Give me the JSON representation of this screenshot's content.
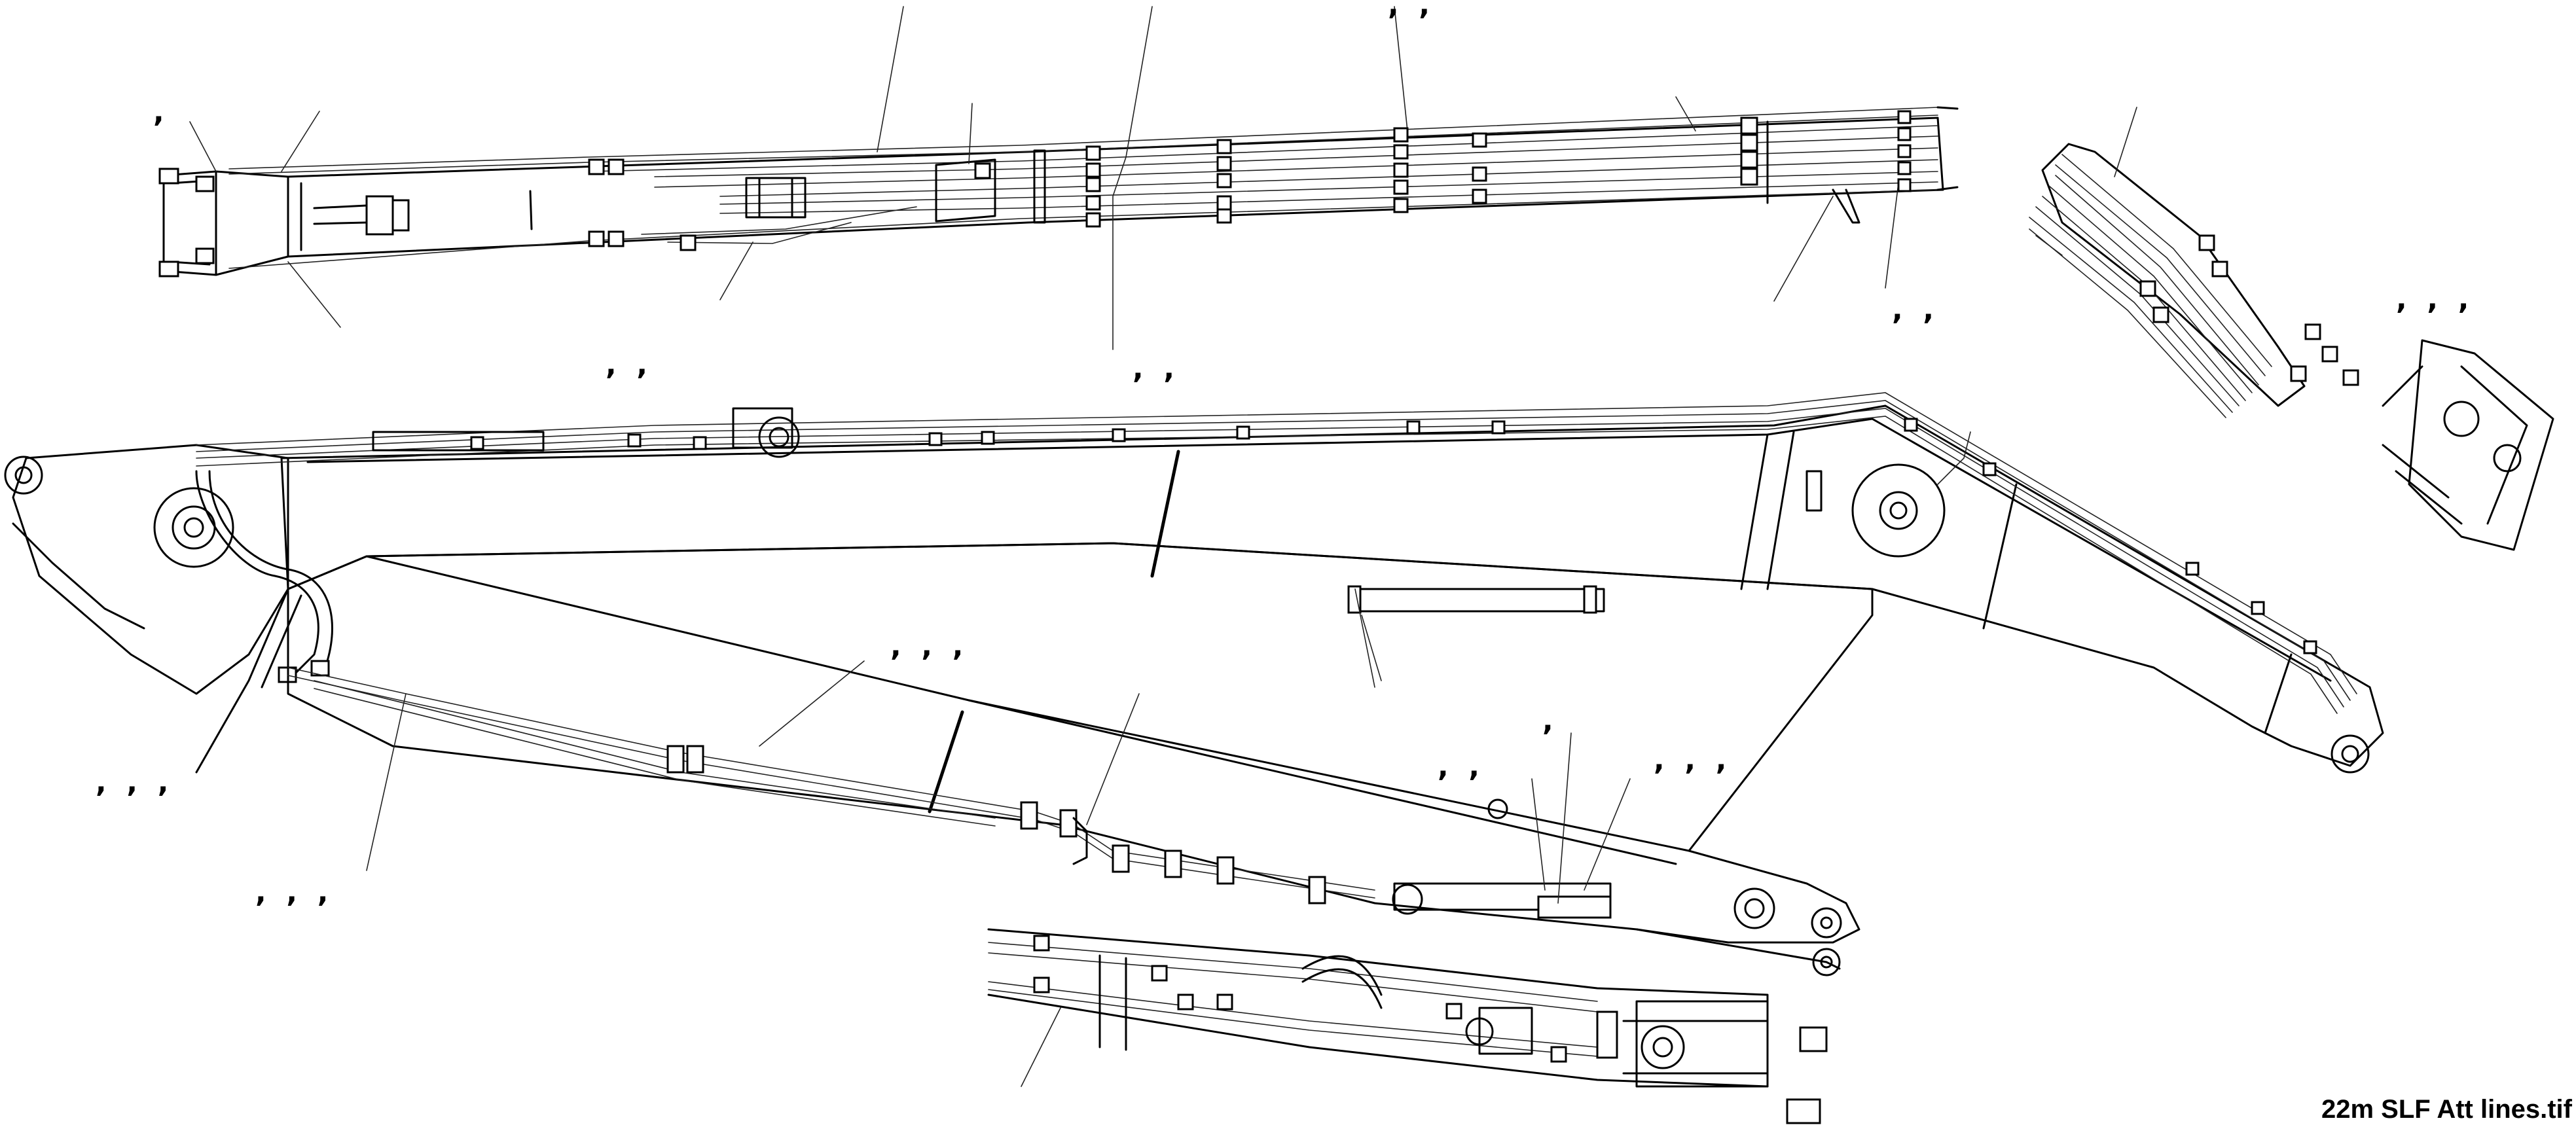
{
  "drawing": {
    "filename_label": "22m SLF Att lines.tif"
  },
  "callout_marks": [
    {
      "id": "c-top-left",
      "text": ","
    },
    {
      "id": "c-top-center",
      "text": ",  ,"
    },
    {
      "id": "c-top-right",
      "text": ",  ,"
    },
    {
      "id": "c-upper-mid-1",
      "text": ",  ,"
    },
    {
      "id": "c-upper-mid-2",
      "text": ",  ,"
    },
    {
      "id": "c-right-detail",
      "text": ",  ,  ,"
    },
    {
      "id": "c-mid-center",
      "text": ",  ,  ,"
    },
    {
      "id": "c-left-1",
      "text": ",  ,  ,"
    },
    {
      "id": "c-left-2",
      "text": ",  ,  ,"
    },
    {
      "id": "c-lower-center-a",
      "text": ","
    },
    {
      "id": "c-lower-center-b",
      "text": ",  ,"
    },
    {
      "id": "c-lower-right",
      "text": ",  ,  ,"
    }
  ]
}
